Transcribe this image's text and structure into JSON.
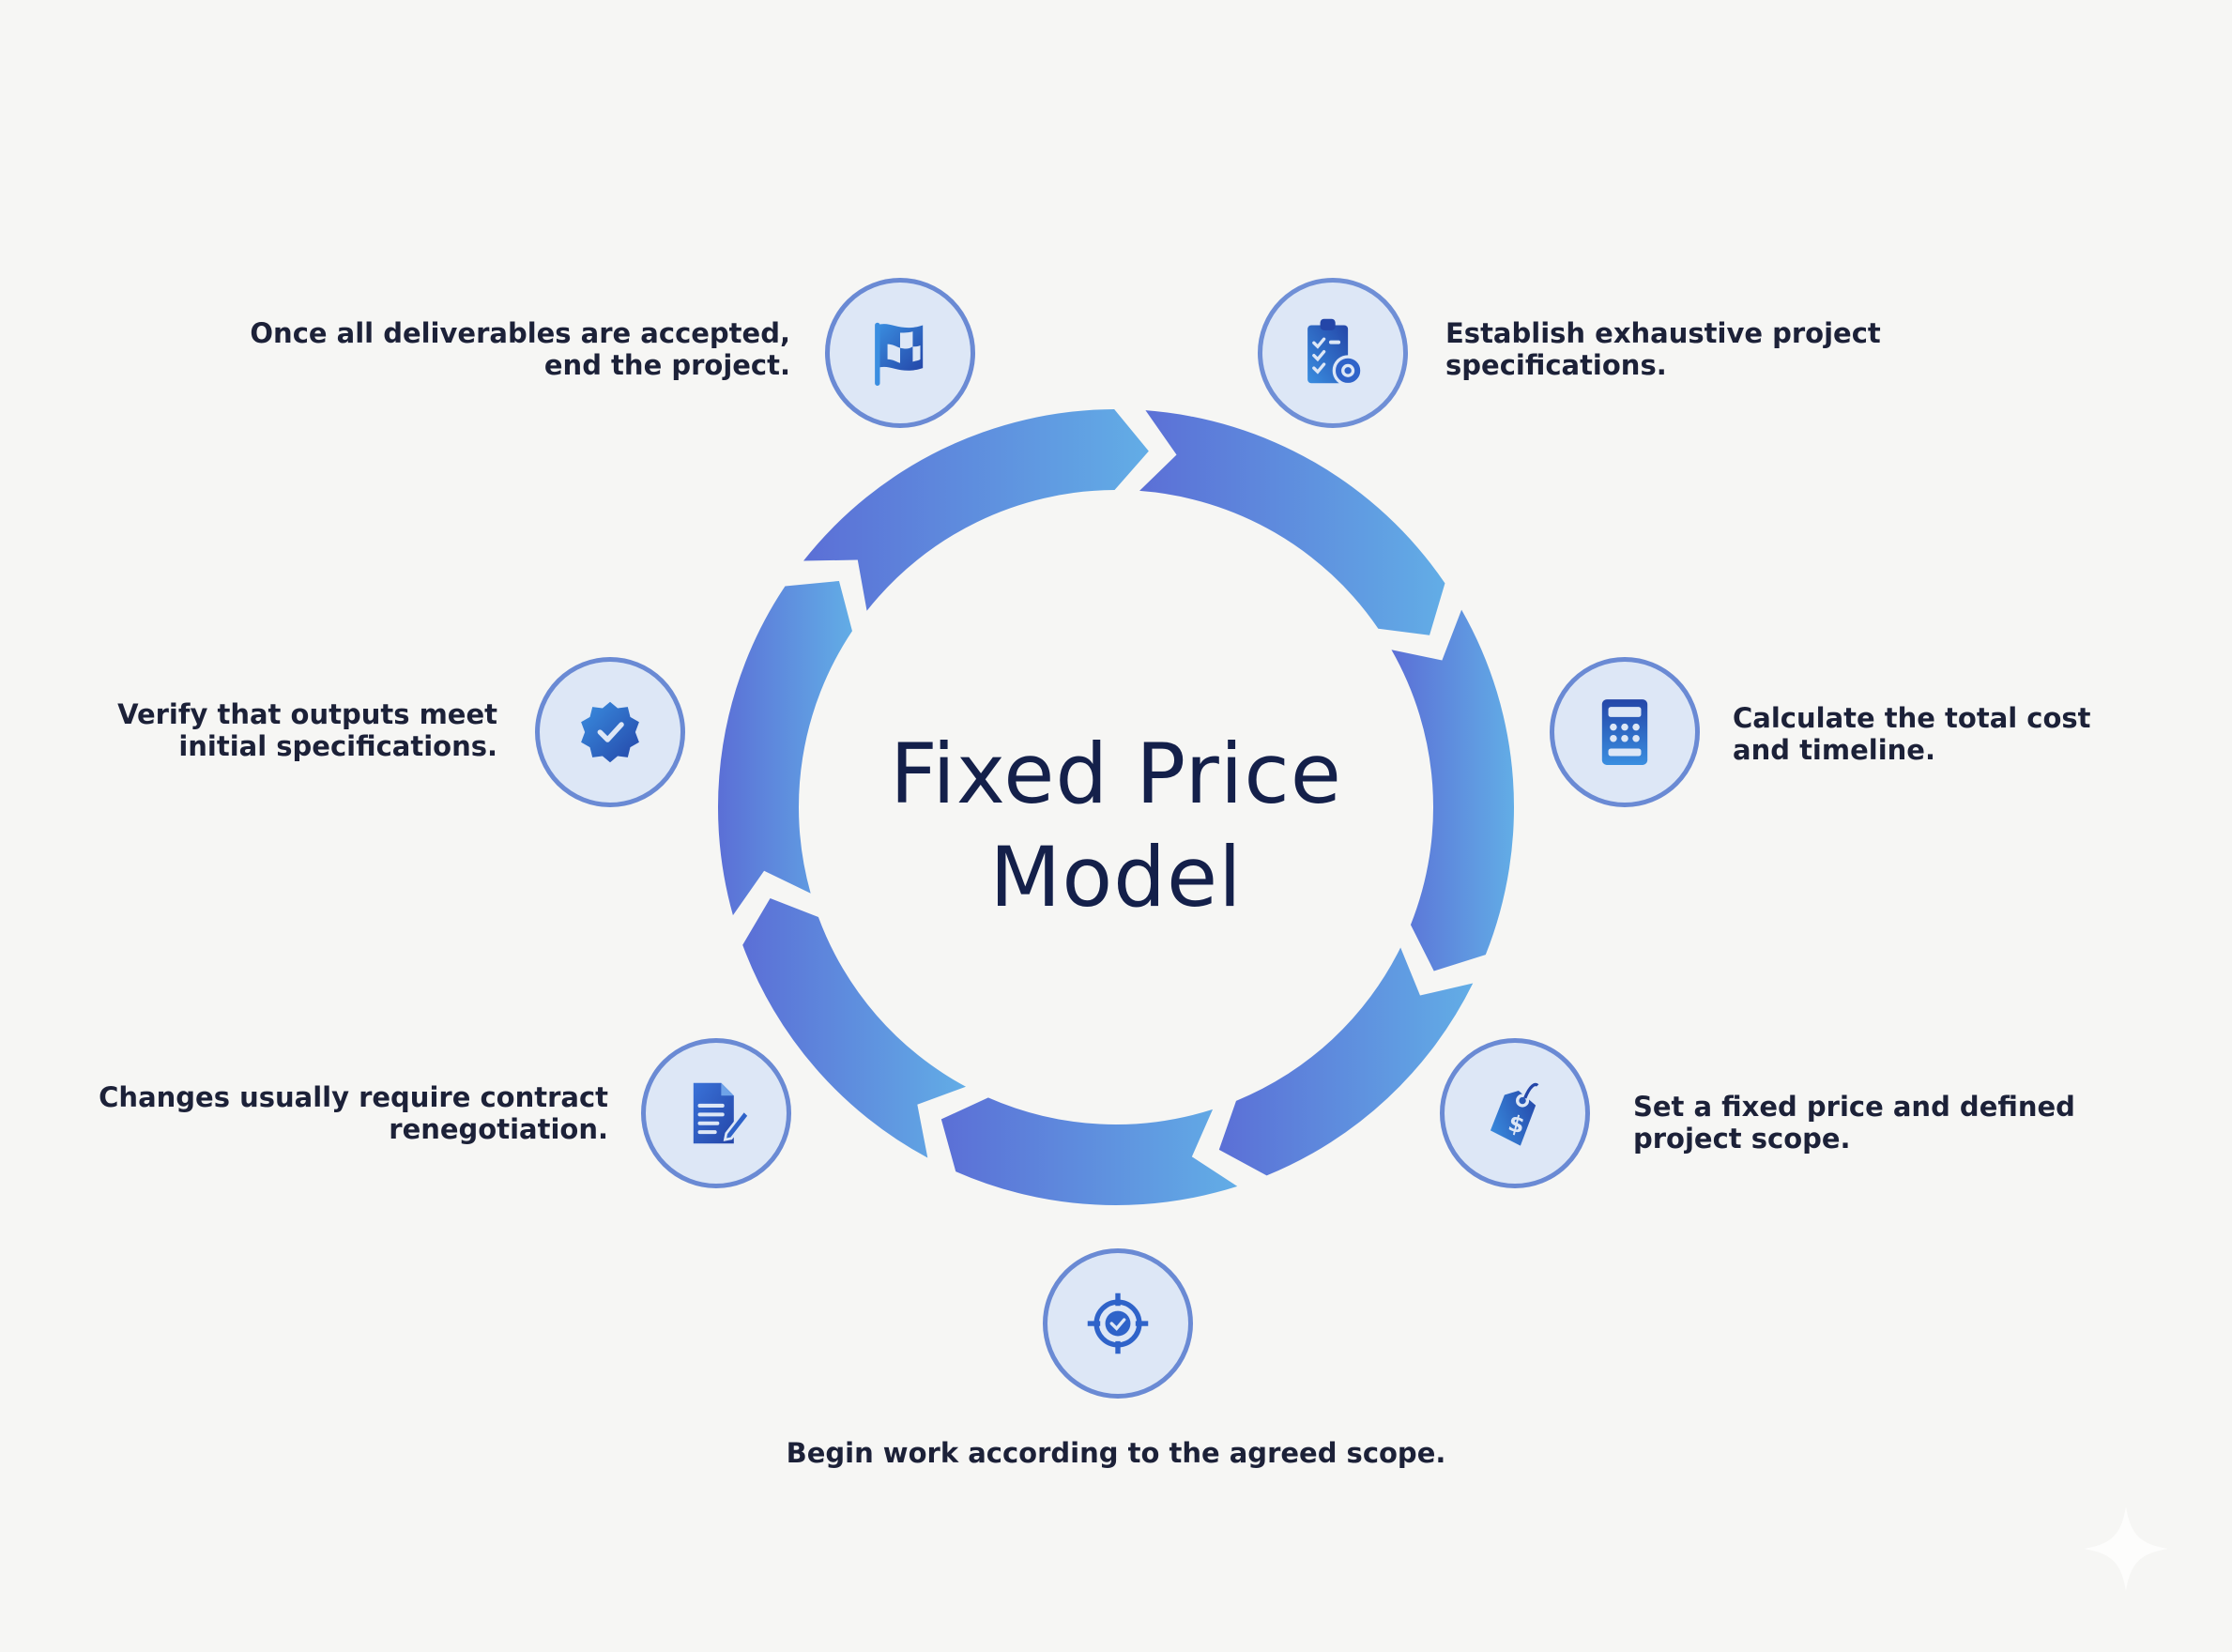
{
  "diagram": {
    "title_line1": "Fixed Price",
    "title_line2": "Model",
    "type": "cycle",
    "direction": "clockwise",
    "colors": {
      "ring_start": "#5b6fd6",
      "ring_end": "#62ade6",
      "icon_fill": "#2f63c9",
      "node_bg": "#dde7f6",
      "node_border": "#6a8ad4",
      "text": "#1c2138"
    },
    "steps": [
      {
        "icon": "clipboard-gear-icon",
        "line1": "Establish exhaustive project",
        "line2": "specifications."
      },
      {
        "icon": "calculator-icon",
        "line1": "Calculate the total cost",
        "line2": "and timeline."
      },
      {
        "icon": "price-tag-icon",
        "line1": "Set a fixed price and defined",
        "line2": "project scope."
      },
      {
        "icon": "target-check-icon",
        "line1": "Begin work according to the agreed scope.",
        "line2": ""
      },
      {
        "icon": "document-edit-icon",
        "line1": "Changes usually require contract",
        "line2": "renegotiation."
      },
      {
        "icon": "verified-badge-icon",
        "line1": "Verify that outputs meet",
        "line2": "initial specifications."
      },
      {
        "icon": "checkered-flag-icon",
        "line1": "Once all deliverables are accepted,",
        "line2": "end the project."
      }
    ]
  }
}
